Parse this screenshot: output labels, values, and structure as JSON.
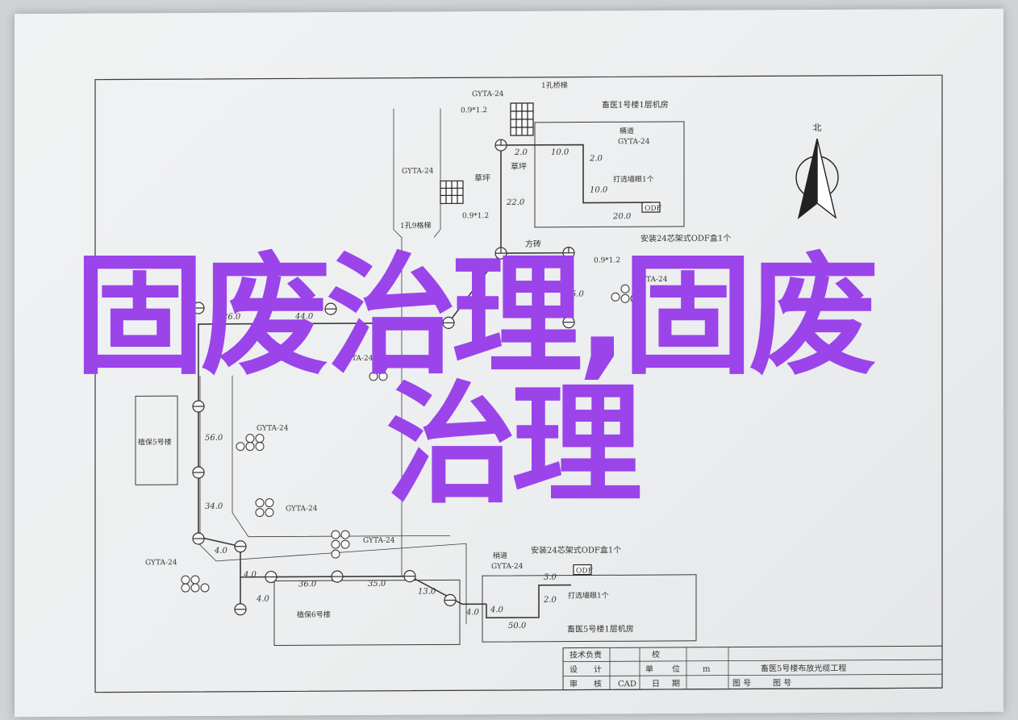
{
  "watermark": {
    "line1": "固废治理,固废",
    "line2": "治理",
    "color": "#9a44ea"
  },
  "drawing": {
    "north_label": "北",
    "buildings": {
      "north_room": "畜医1号楼1层机房",
      "south_room": "畜医5号楼1层机房",
      "west_building": "植保5号楼",
      "south_building": "植保6号楼"
    },
    "handhole_labels": {
      "h1": "1孔桥梯",
      "h9": "1孔9格梯"
    },
    "cable_codes": [
      "GYTA-24",
      "GYTA-24",
      "GYTA-24",
      "GYTA-24",
      "GYTA-24",
      "GYTA-24",
      "GYTA-24",
      "GYTA-24"
    ],
    "pole_specs": [
      "0.9*1.2",
      "0.9*1.2",
      "0.9*1.2"
    ],
    "surface_labels": {
      "grass": "草坪",
      "grass2": "草坪",
      "brick": "方砖"
    },
    "conduit_north": {
      "title": "桶道",
      "code": "GYTA-24"
    },
    "conduit_south": {
      "title": "稍道",
      "code": "GYTA-24"
    },
    "odf_north": "安装24芯架式ODF盒1个",
    "odf_south": "安装24芯架式ODF盒1个",
    "wall_north": "打选墙眼1个",
    "wall_south": "打选墙眼1个",
    "odf_box": "ODF",
    "distances": {
      "n1": "2.0",
      "n2": "10.0",
      "n3": "2.0",
      "n4": "10.0",
      "n5": "20.0",
      "n6": "22.0",
      "n7": "5.0",
      "n8": "26.0",
      "n9": "44.0",
      "n10": "56.0",
      "n11": "34.0",
      "n12": "4.0",
      "n13": "4.0",
      "n14": "36.0",
      "n15": "35.0",
      "n16": "13.0",
      "n17": "4.0",
      "n18": "4.0",
      "n19": "50.0",
      "n20": "3.0",
      "n21": "2.0",
      "n22": "4.0"
    },
    "title_block": {
      "r1c1": "技术负责",
      "r1c2": "校",
      "r2c1": "设",
      "r2c1b": "计",
      "r2c2": "单",
      "r2c2b": "位",
      "r2c3": "m",
      "r3c1": "审",
      "r3c1b": "核",
      "r3c2": "CAD",
      "r3c3": "日",
      "r3c3b": "期",
      "project": "畜医5号楼布放光缆工程",
      "fig_no": "图 号",
      "fig_no2": "图 号"
    }
  }
}
